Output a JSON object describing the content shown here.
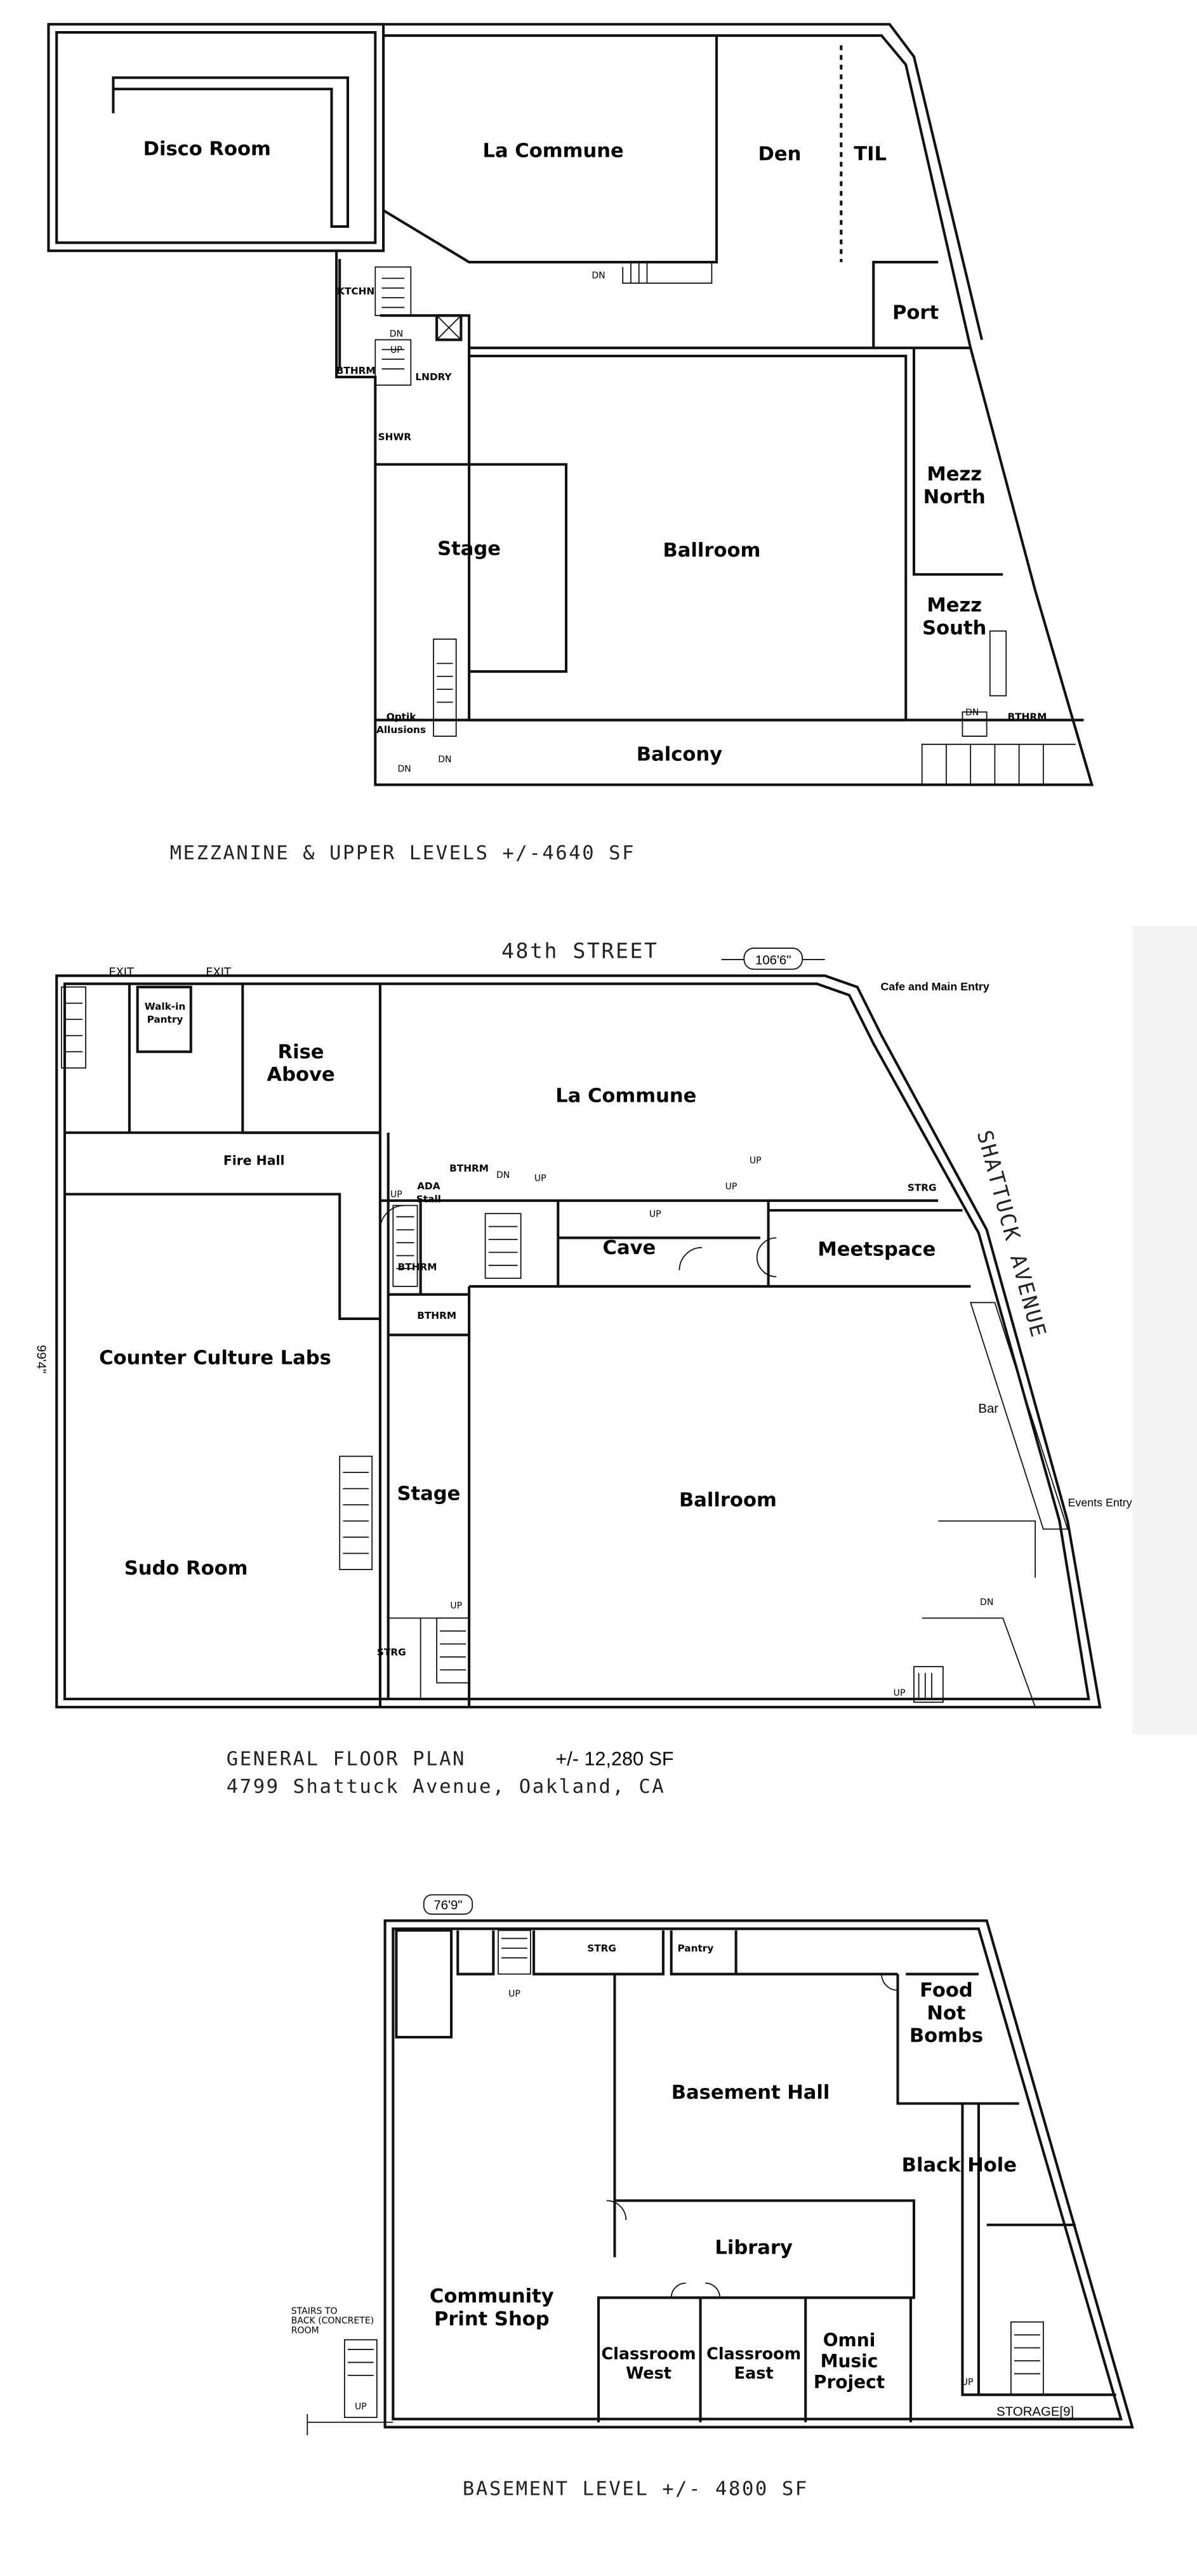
{
  "mezzanine": {
    "rooms": {
      "disco_room": "Disco Room",
      "la_commune": "La Commune",
      "den": "Den",
      "til": "TIL",
      "port": "Port",
      "ktchn": "KTCHN",
      "bthrm": "BTHRM",
      "lndry": "LNDRY",
      "shwr": "SHWR",
      "stage": "Stage",
      "ballroom": "Ballroom",
      "mezz_north": [
        "Mezz",
        "North"
      ],
      "mezz_south": [
        "Mezz",
        "South"
      ],
      "bthrm2": "BTHRM",
      "optik": [
        "Optik",
        "Allusions"
      ],
      "balcony": "Balcony"
    },
    "marks": {
      "up": "UP",
      "dn": "DN"
    },
    "caption": "MEZZANINE & UPPER LEVELS +/-4640 SF"
  },
  "general": {
    "street_north": "48th STREET",
    "street_east": "SHATTUCK AVENUE",
    "width_dim": "106'6\"",
    "depth_dim": "99'4\"",
    "cafe_entry": "Cafe and Main Entry",
    "events_entry": "Events Entry",
    "exit": "EXIT",
    "rooms": {
      "walk_in_pantry": [
        "Walk-in",
        "Pantry"
      ],
      "rise_above": [
        "Rise",
        "Above"
      ],
      "fire_hall": "Fire Hall",
      "la_commune": "La Commune",
      "ada_stall": [
        "ADA",
        "Stall"
      ],
      "bthrm": "BTHRM",
      "cave": "Cave",
      "meetspace": "Meetspace",
      "strg": "STRG",
      "counter_culture_labs": "Counter Culture Labs",
      "bar": "Bar",
      "stage": "Stage",
      "ballroom": "Ballroom",
      "sudo_room": "Sudo Room"
    },
    "marks": {
      "up": "UP",
      "dn": "DN"
    },
    "caption": "GENERAL FLOOR PLAN",
    "area": "+/- 12,280 SF",
    "address": "4799 Shattuck Avenue, Oakland, CA"
  },
  "basement": {
    "width_dim": "76'9\"",
    "rooms": {
      "strg": "STRG",
      "pantry": "Pantry",
      "food_not_bombs": [
        "Food",
        "Not",
        "Bombs"
      ],
      "basement_hall": "Basement Hall",
      "black_hole": "Black Hole",
      "library": "Library",
      "community_print_shop": [
        "Community",
        "Print Shop"
      ],
      "classroom_west": [
        "Classroom",
        "West"
      ],
      "classroom_east": [
        "Classroom",
        "East"
      ],
      "omni_music_project": [
        "Omni",
        "Music",
        "Project"
      ],
      "stairs_note": [
        "STAIRS TO",
        "BACK (CONCRETE)",
        "ROOM"
      ],
      "storage": "STORAGE[9]"
    },
    "marks": {
      "up": "UP"
    },
    "caption": "BASEMENT LEVEL +/- 4800 SF"
  }
}
